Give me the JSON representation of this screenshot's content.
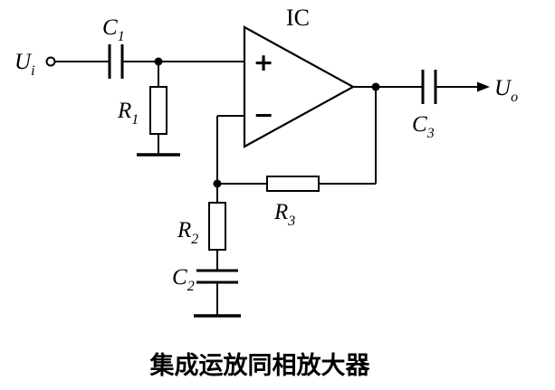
{
  "caption": "集成运放同相放大器",
  "labels": {
    "input": {
      "main": "U",
      "sub": "i"
    },
    "output": {
      "main": "U",
      "sub": "o"
    },
    "c1": {
      "main": "C",
      "sub": "1"
    },
    "c2": {
      "main": "C",
      "sub": "2"
    },
    "c3": {
      "main": "C",
      "sub": "3"
    },
    "r1": {
      "main": "R",
      "sub": "1"
    },
    "r2": {
      "main": "R",
      "sub": "2"
    },
    "r3": {
      "main": "R",
      "sub": "3"
    },
    "ic": "IC",
    "opamp_plus": "+",
    "opamp_minus": "−"
  },
  "colors": {
    "line": "#000000",
    "background": "#ffffff"
  }
}
